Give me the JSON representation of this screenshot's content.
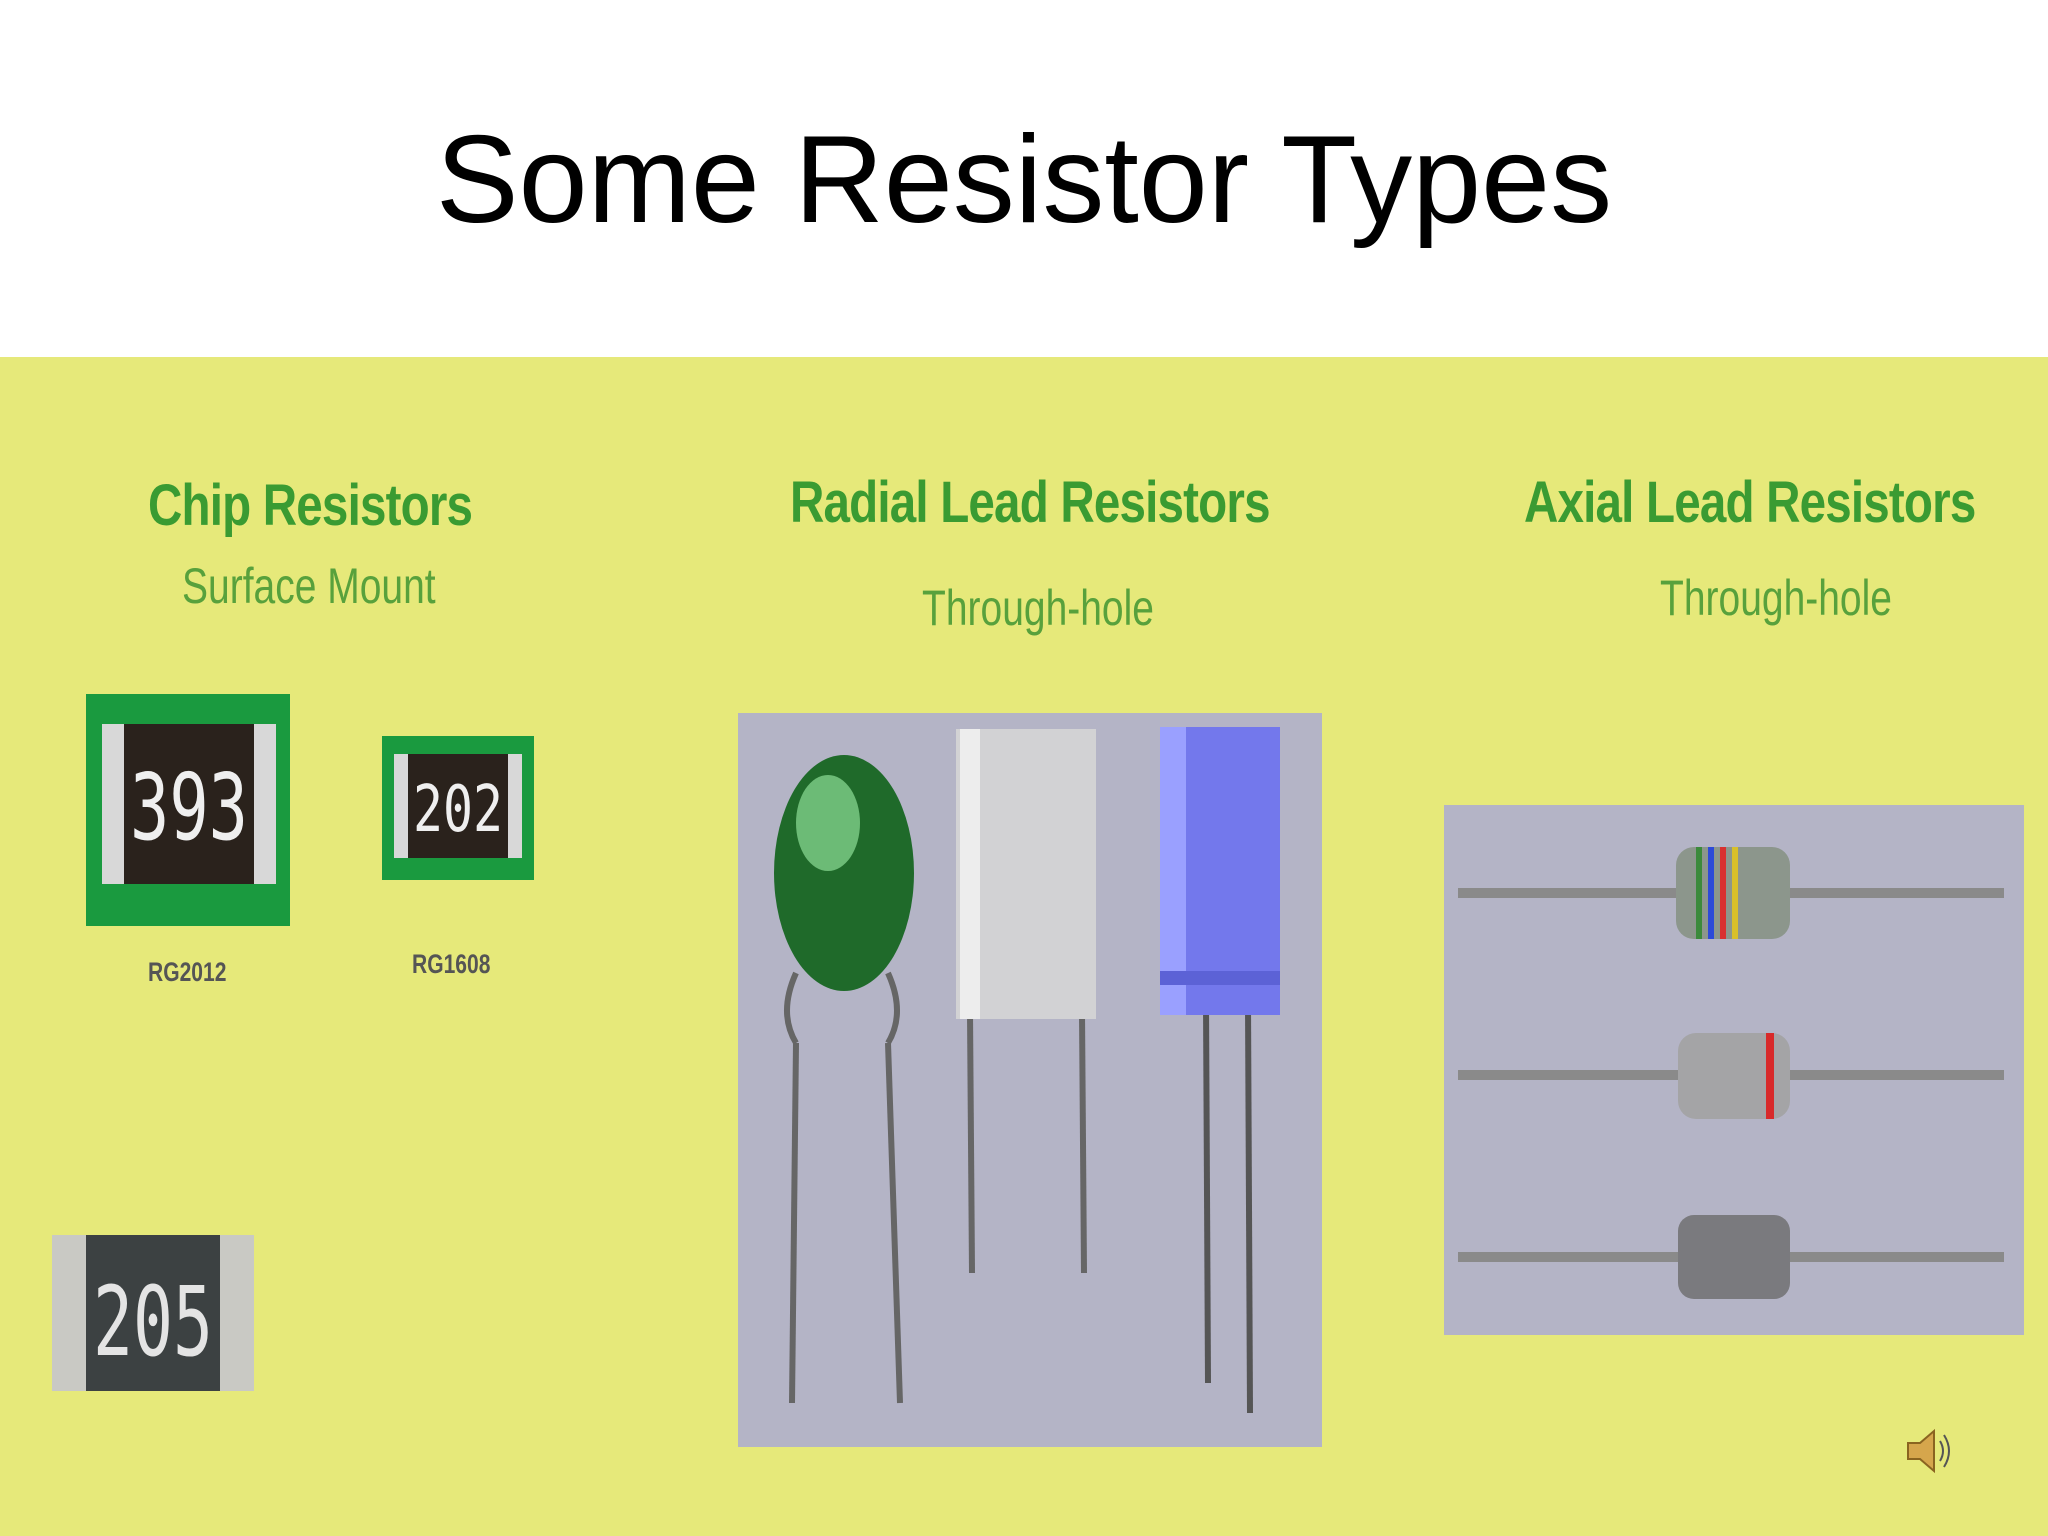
{
  "slide": {
    "title": "Some Resistor Types"
  },
  "sections": {
    "chip": {
      "heading": "Chip Resistors",
      "subheading": "Surface Mount",
      "chips": [
        {
          "code": "393",
          "label": "RG2012"
        },
        {
          "code": "202",
          "label": "RG1608"
        },
        {
          "code": "205"
        }
      ]
    },
    "radial": {
      "heading": "Radial Lead Resistors",
      "subheading": "Through-hole"
    },
    "axial": {
      "heading": "Axial Lead Resistors",
      "subheading": "Through-hole"
    }
  },
  "colors": {
    "panel_background": "#e6e97a",
    "heading_green": "#3a9b32",
    "photo_background": "#b4b4c6"
  },
  "icons": {
    "speaker": "speaker-icon"
  }
}
